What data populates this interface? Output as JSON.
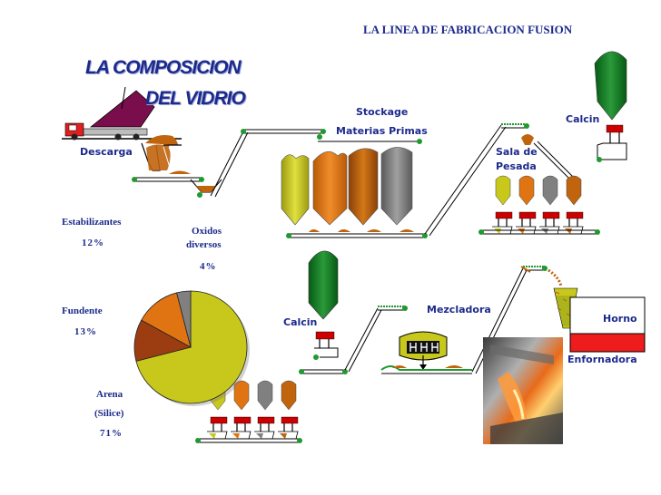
{
  "header": {
    "line_title": "LA LINEA DE FABRICACION FUSION",
    "composition_line1": "LA COMPOSICION",
    "composition_line2": "DEL VIDRIO"
  },
  "stations": {
    "descarga": "Descarga",
    "stockage_line1": "Stockage",
    "stockage_line2": "Materias Primas",
    "sala_line1": "Sala de",
    "sala_line2": "Pesada",
    "calcin_top": "Calcin",
    "calcin_bottom": "Calcin",
    "mezcladora": "Mezcladora",
    "horno": "Horno",
    "enfornadora": "Enfornadora"
  },
  "composition": [
    {
      "name_lines": [
        "Estabilizantes"
      ],
      "pct": 12,
      "pct_label": "12%",
      "color": "#9b3d10"
    },
    {
      "name_lines": [
        "Oxidos",
        "diversos"
      ],
      "pct": 4,
      "pct_label": "4%",
      "color": "#808080"
    },
    {
      "name_lines": [
        "Fundente"
      ],
      "pct": 13,
      "pct_label": "13%",
      "color": "#e07412"
    },
    {
      "name_lines": [
        "Arena",
        "(Silice)"
      ],
      "pct": 71,
      "pct_label": "71%",
      "color": "#c8c81c"
    }
  ],
  "colors": {
    "title": "#1c2a8c",
    "conveyor_node": "#1e9a2e",
    "silo_green": "#0c6e1e",
    "silo_yellow": "#c8c81c",
    "silo_orange": "#e07412",
    "silo_rust": "#c0640e",
    "silo_gray": "#808080",
    "furnace_red": "#ee1c1c",
    "truck_red": "#e02020",
    "dumper_purple": "#7a0e4c"
  }
}
